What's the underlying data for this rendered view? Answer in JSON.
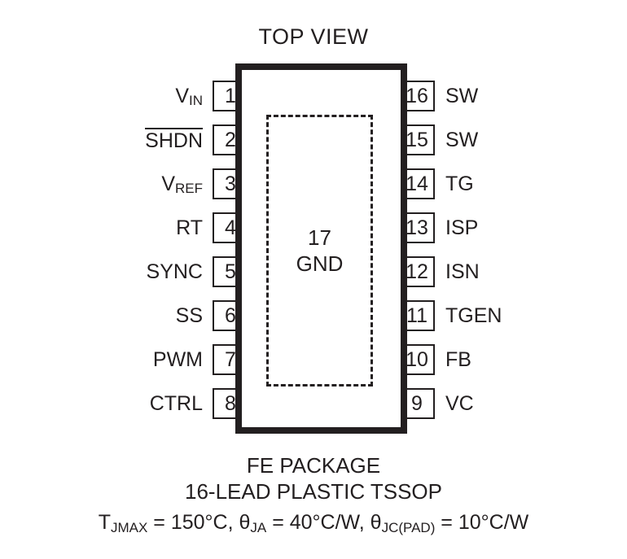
{
  "title": "TOP VIEW",
  "package": {
    "exposed_pad": {
      "number": "17",
      "name": "GND"
    }
  },
  "pins": {
    "left": [
      {
        "number": "1",
        "label": "VIN",
        "base": "V",
        "subscript": "IN",
        "overbar": false
      },
      {
        "number": "2",
        "label": "SHDN",
        "base": "SHDN",
        "subscript": "",
        "overbar": true
      },
      {
        "number": "3",
        "label": "VREF",
        "base": "V",
        "subscript": "REF",
        "overbar": false
      },
      {
        "number": "4",
        "label": "RT",
        "base": "RT",
        "subscript": "",
        "overbar": false
      },
      {
        "number": "5",
        "label": "SYNC",
        "base": "SYNC",
        "subscript": "",
        "overbar": false
      },
      {
        "number": "6",
        "label": "SS",
        "base": "SS",
        "subscript": "",
        "overbar": false
      },
      {
        "number": "7",
        "label": "PWM",
        "base": "PWM",
        "subscript": "",
        "overbar": false
      },
      {
        "number": "8",
        "label": "CTRL",
        "base": "CTRL",
        "subscript": "",
        "overbar": false
      }
    ],
    "right": [
      {
        "number": "16",
        "label": "SW",
        "base": "SW",
        "subscript": "",
        "overbar": false
      },
      {
        "number": "15",
        "label": "SW",
        "base": "SW",
        "subscript": "",
        "overbar": false
      },
      {
        "number": "14",
        "label": "TG",
        "base": "TG",
        "subscript": "",
        "overbar": false
      },
      {
        "number": "13",
        "label": "ISP",
        "base": "ISP",
        "subscript": "",
        "overbar": false
      },
      {
        "number": "12",
        "label": "ISN",
        "base": "ISN",
        "subscript": "",
        "overbar": false
      },
      {
        "number": "11",
        "label": "TGEN",
        "base": "TGEN",
        "subscript": "",
        "overbar": false
      },
      {
        "number": "10",
        "label": "FB",
        "base": "FB",
        "subscript": "",
        "overbar": false
      },
      {
        "number": "9",
        "label": "VC",
        "base": "VC",
        "subscript": "",
        "overbar": false
      }
    ]
  },
  "caption": {
    "line1": "FE PACKAGE",
    "line2": "16-LEAD PLASTIC TSSOP",
    "thermal": {
      "tjmax_symbol": "T",
      "tjmax_sub": "JMAX",
      "tjmax_value": " = 150°C, ",
      "theta_ja_symbol": "θ",
      "theta_ja_sub": "JA",
      "theta_ja_value": " = 40°C/W, ",
      "theta_jc_symbol": "θ",
      "theta_jc_sub": "JC(PAD)",
      "theta_jc_value": " = 10°C/W"
    }
  },
  "colors": {
    "ink": "#231f20",
    "background": "#ffffff"
  }
}
